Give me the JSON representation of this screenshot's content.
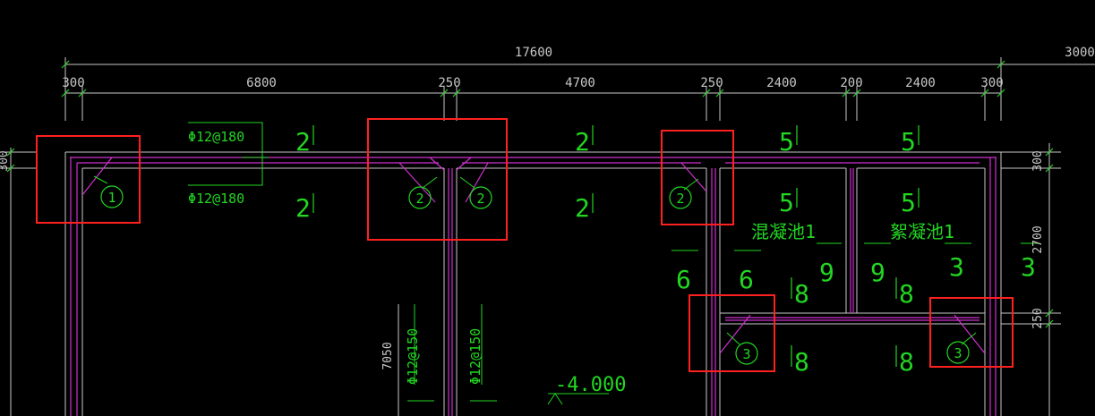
{
  "colors": {
    "background": "#000000",
    "dimension": "#c8c8c8",
    "annotation": "#22d622",
    "wall": "#c8c8c8",
    "rebar": "#d030d0",
    "highlight": "#ff2020"
  },
  "dimensions": {
    "overall": "17600",
    "overall_right": "3000",
    "segments": [
      "300",
      "6800",
      "250",
      "4700",
      "250",
      "2400",
      "200",
      "2400",
      "300"
    ],
    "vertical_right": [
      "300",
      "2700",
      "250"
    ],
    "vertical_left_top": "300",
    "vertical_left_bottom": "7050"
  },
  "rebar_specs": {
    "top_outer": "Φ12@180",
    "top_inner": "Φ12@180",
    "vertical_left": "Φ12@150",
    "vertical_right": "Φ12@150"
  },
  "detail_markers": [
    "1",
    "2",
    "2",
    "2",
    "3",
    "3"
  ],
  "section_marks": {
    "top_row": [
      "2",
      "2",
      "5",
      "5"
    ],
    "mid_row": [
      "2",
      "2",
      "5",
      "5"
    ],
    "lower_row": [
      "6",
      "6",
      "9",
      "9",
      "3",
      "3"
    ],
    "bottom_row": [
      "8",
      "8",
      "8",
      "8"
    ]
  },
  "rooms": {
    "left_tank": "混凝池1",
    "right_tank": "絮凝池1"
  },
  "elevation": "-4.000"
}
